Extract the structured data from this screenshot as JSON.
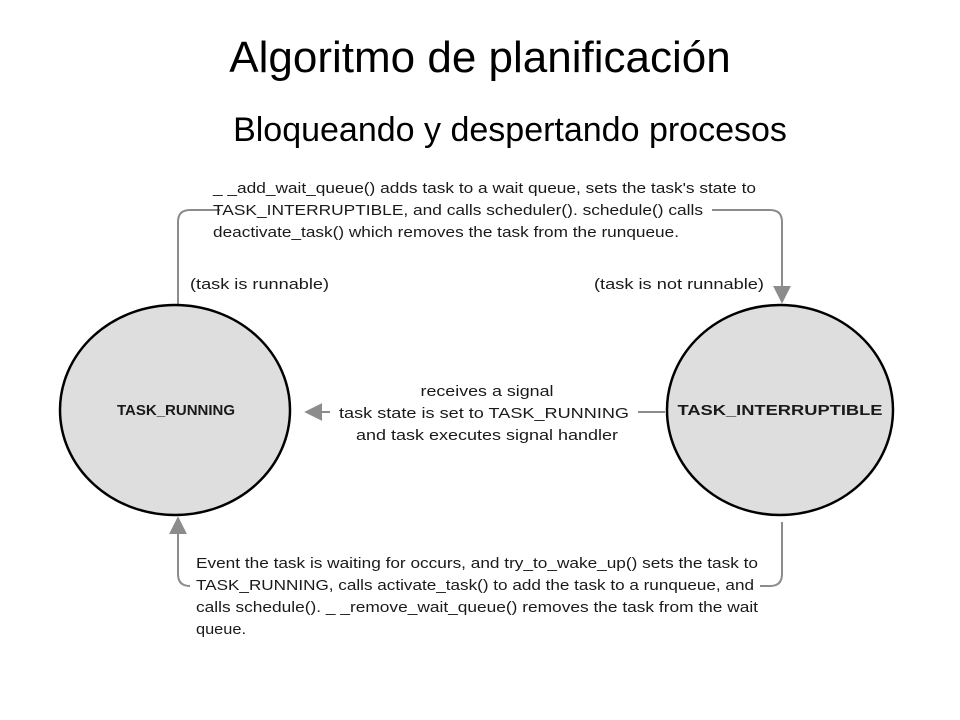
{
  "slide": {
    "title": "Algoritmo de planificación",
    "subtitle": "Bloqueando y despertando procesos"
  },
  "diagram": {
    "states": {
      "running": "TASK_RUNNING",
      "interruptible": "TASK_INTERRUPTIBLE"
    },
    "top_note": [
      "_ _add_wait_queue() adds task to a wait queue, sets the task's state to",
      "TASK_INTERRUPTIBLE,  and calls scheduler().  schedule() calls",
      "deactivate_task() which removes the task from the runqueue."
    ],
    "left_tag": "(task is runnable)",
    "right_tag": "(task is not runnable)",
    "signal_note": [
      "receives a signal",
      "task state is set to TASK_RUNNING",
      "and task executes signal handler"
    ],
    "bottom_note": [
      "Event the task is waiting for occurs, and try_to_wake_up() sets the task to",
      "TASK_RUNNING, calls activate_task() to add the task to a runqueue, and",
      "calls schedule().  _ _remove_wait_queue() removes the task from the wait",
      "queue."
    ],
    "colors": {
      "state_fill": "#dedede",
      "arrow": "#8c8c8c",
      "outline": "#000000"
    }
  }
}
